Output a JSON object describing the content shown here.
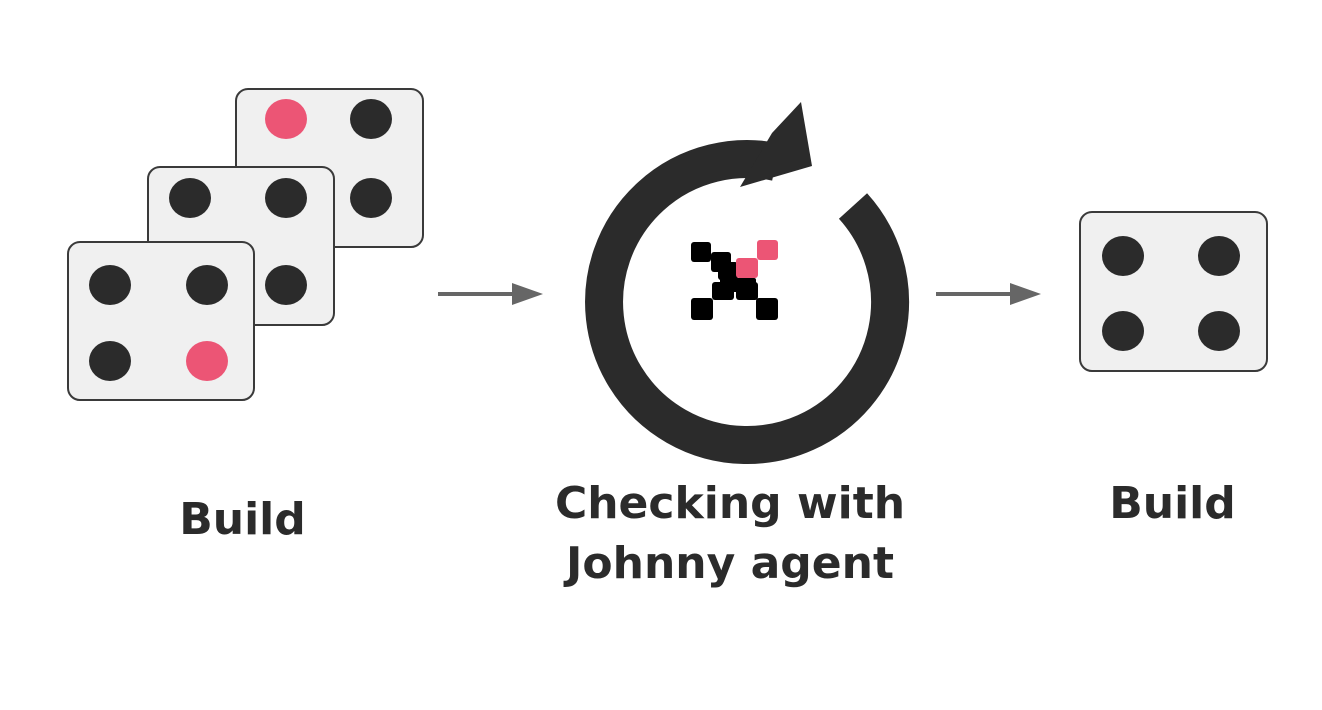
{
  "colors": {
    "die_face": "#f0f0f0",
    "die_border": "#3a3a3a",
    "pip_dark": "#2b2b2b",
    "pip_red": "#ec5575",
    "arrow": "#666666",
    "cycle": "#2b2b2b",
    "logo_dark": "#000000",
    "logo_red": "#ec5575"
  },
  "steps": {
    "left_label": "Build",
    "center_label_line1": "Checking with",
    "center_label_line2": "Johnny agent",
    "right_label": "Build"
  },
  "icons": {
    "dice_stack": "dice-stack-icon",
    "cycle": "refresh-cycle-icon",
    "logo": "johnny-agent-logo-icon",
    "single_die": "die-four-icon",
    "arrow": "arrow-right-icon"
  }
}
